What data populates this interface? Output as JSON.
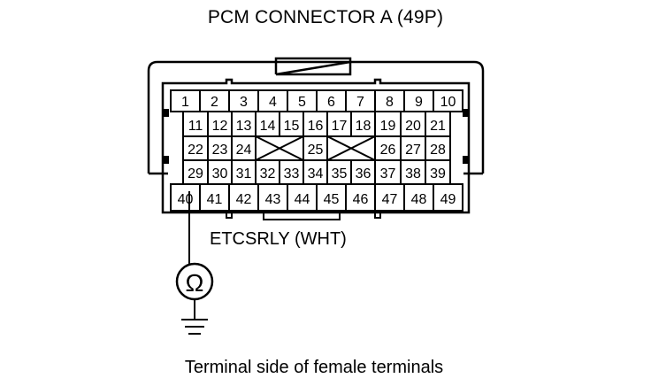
{
  "title": "PCM CONNECTOR A (49P)",
  "wire_label": "ETCSRLY (WHT)",
  "caption": "Terminal side of female terminals",
  "meter_symbol": "Ω",
  "ground_icon": "ground-icon",
  "connector": {
    "rows": [
      [
        "1",
        "2",
        "3",
        "4",
        "5",
        "6",
        "7",
        "8",
        "9",
        "10"
      ],
      [
        "11",
        "12",
        "13",
        "14",
        "15",
        "16",
        "17",
        "18",
        "19",
        "20",
        "21"
      ],
      [
        "22",
        "23",
        "24",
        "25",
        "26",
        "27",
        "28"
      ],
      [
        "29",
        "30",
        "31",
        "32",
        "33",
        "34",
        "35",
        "36",
        "37",
        "38",
        "39"
      ],
      [
        "40",
        "41",
        "42",
        "43",
        "44",
        "45",
        "46",
        "47",
        "48",
        "49"
      ]
    ],
    "probed_terminal": "40"
  }
}
